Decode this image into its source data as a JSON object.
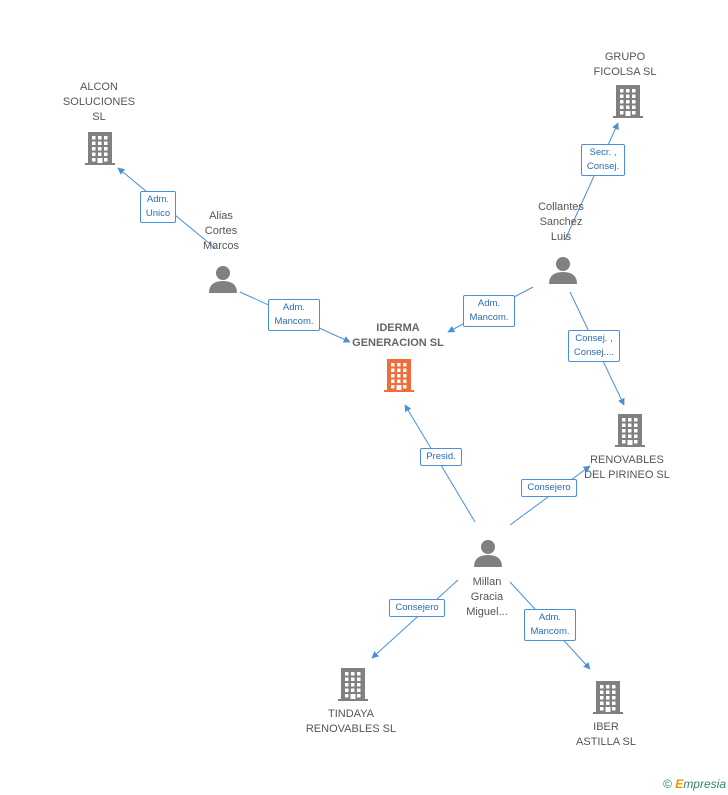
{
  "nodes": {
    "iderma": {
      "type": "company",
      "highlight": true,
      "lines": [
        "IDERMA",
        "GENERACION SL"
      ]
    },
    "alcon": {
      "type": "company",
      "lines": [
        "ALCON",
        "SOLUCIONES",
        "SL"
      ]
    },
    "grupo_ficolsa": {
      "type": "company",
      "lines": [
        "GRUPO",
        "FICOLSA SL"
      ]
    },
    "renovables_pirineo": {
      "type": "company",
      "lines": [
        "RENOVABLES",
        "DEL PIRINEO SL"
      ]
    },
    "tindaya": {
      "type": "company",
      "lines": [
        "TINDAYA",
        "RENOVABLES SL"
      ]
    },
    "iber_astilla": {
      "type": "company",
      "lines": [
        "IBER",
        "ASTILLA SL"
      ]
    },
    "alias_cortes": {
      "type": "person",
      "lines": [
        "Alias",
        "Cortes",
        "Marcos"
      ]
    },
    "collantes": {
      "type": "person",
      "lines": [
        "Collantes",
        "Sanchez",
        "Luis"
      ]
    },
    "millan": {
      "type": "person",
      "lines": [
        "Millan",
        "Gracia",
        "Miguel..."
      ]
    }
  },
  "edges": [
    {
      "from": "alias_cortes",
      "to": "alcon",
      "lines": [
        "Adm.",
        "Unico"
      ]
    },
    {
      "from": "alias_cortes",
      "to": "iderma",
      "lines": [
        "Adm.",
        "Mancom."
      ]
    },
    {
      "from": "collantes",
      "to": "iderma",
      "lines": [
        "Adm.",
        "Mancom."
      ]
    },
    {
      "from": "collantes",
      "to": "grupo_ficolsa",
      "lines": [
        "Secr. ,",
        "Consej."
      ]
    },
    {
      "from": "collantes",
      "to": "renovables_pirineo",
      "lines": [
        "Consej. ,",
        "Consej...."
      ]
    },
    {
      "from": "millan",
      "to": "iderma",
      "lines": [
        "Presid."
      ]
    },
    {
      "from": "millan",
      "to": "renovables_pirineo",
      "lines": [
        "Consejero"
      ]
    },
    {
      "from": "millan",
      "to": "tindaya",
      "lines": [
        "Consejero"
      ]
    },
    {
      "from": "millan",
      "to": "iber_astilla",
      "lines": [
        "Adm.",
        "Mancom."
      ]
    }
  ],
  "colors": {
    "company": "#808080",
    "highlight": "#f26b3a",
    "person": "#808080",
    "edge": "#4a90d9"
  },
  "footer": {
    "copyright": "©",
    "brand_initial": "E",
    "brand_rest": "mpresia"
  }
}
